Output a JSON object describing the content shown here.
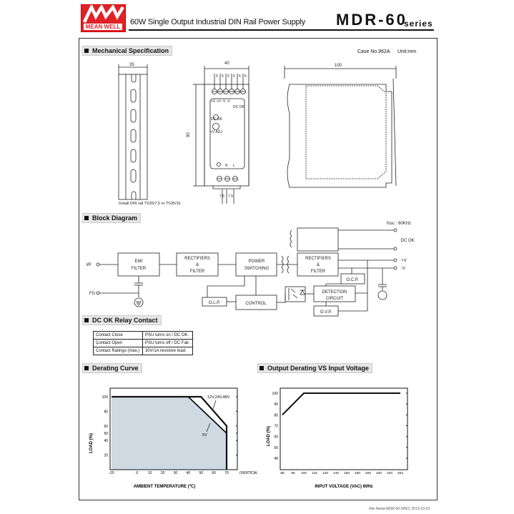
{
  "header": {
    "brand": "MEAN WELL",
    "subtitle": "60W Single Output Industrial DIN Rail Power Supply",
    "model": "MDR-60",
    "series": "series",
    "brand_color": "#e02227"
  },
  "mechanical": {
    "title": "Mechanical Specification",
    "case_no": "Case No.962A",
    "unit": "Unit:mm",
    "rail_width": "35",
    "rail_note": "Install DIN rail TS35/7.5 or TS35/15",
    "front_width": "40",
    "front_height": "90",
    "terminal_pitch": "5",
    "bottom_pitch": "7.5",
    "terminal_labels": "+V +V -V -V",
    "dcok_label": "DC OK",
    "led_label": "DC OK",
    "vadj_label": "+V ADJ",
    "input_labels": [
      "N",
      "L"
    ],
    "side_depth": "100"
  },
  "block_diagram": {
    "title": "Block Diagram",
    "fosc": "fosc : 60KHz",
    "ip": "I/P",
    "fg": "FG",
    "dc_ok": "DC OK",
    "plus_v": "+V",
    "minus_v": "-V",
    "emi": [
      "EMI",
      "FILTER"
    ],
    "rect1": [
      "RECTIFIERS",
      "&",
      "FILTER"
    ],
    "power": [
      "POWER",
      "SWITCHING"
    ],
    "rect2": [
      "RECTIFIERS",
      "&",
      "FILTER"
    ],
    "ocp": "O.C.P.",
    "detection": [
      "DETECTION",
      "CIRCUIT"
    ],
    "ovp": "O.V.P.",
    "control": "CONTROL",
    "olp": "O.L.P."
  },
  "relay": {
    "title": "DC OK Relay Contact",
    "rows": [
      [
        "Contact Close",
        "PSU turns on / DC OK."
      ],
      [
        "Contact Open",
        "PSU turns off / DC Fail."
      ],
      [
        "Contact Ratings (max.)",
        "30V/1A resistive load."
      ]
    ]
  },
  "chart_data": [
    {
      "type": "area",
      "title": "Derating Curve",
      "xlabel": "AMBIENT TEMPERATURE (℃)",
      "ylabel": "LOAD (%)",
      "x_suffix": "(VERTICAL)",
      "xticks": [
        -20,
        0,
        10,
        20,
        30,
        40,
        50,
        60,
        70
      ],
      "yticks": [
        20,
        40,
        50,
        60,
        80,
        100
      ],
      "xlim": [
        -20,
        70
      ],
      "ylim": [
        0,
        100
      ],
      "series": [
        {
          "name": "12V,24V,48V",
          "x": [
            -20,
            50,
            70,
            70
          ],
          "y": [
            100,
            100,
            60,
            0
          ]
        },
        {
          "name": "5V",
          "x": [
            -20,
            40,
            70,
            70
          ],
          "y": [
            100,
            100,
            50,
            0
          ]
        }
      ],
      "fill_color": "#cfd9e1"
    },
    {
      "type": "line",
      "title": "Output Derating VS Input Voltage",
      "xlabel": "INPUT VOLTAGE (VAC) 60Hz",
      "ylabel": "LOAD (%)",
      "xticks": [
        85,
        95,
        100,
        115,
        120,
        140,
        160,
        180,
        200,
        220,
        240,
        264
      ],
      "yticks": [
        40,
        50,
        60,
        70,
        80,
        90,
        100
      ],
      "ylim": [
        30,
        100
      ],
      "series": [
        {
          "x": [
            85,
            100,
            264
          ],
          "y": [
            80,
            100,
            100
          ]
        }
      ]
    }
  ],
  "footer": {
    "file_name": "File Name:MDR-60-SPEC   2013-10-23"
  }
}
